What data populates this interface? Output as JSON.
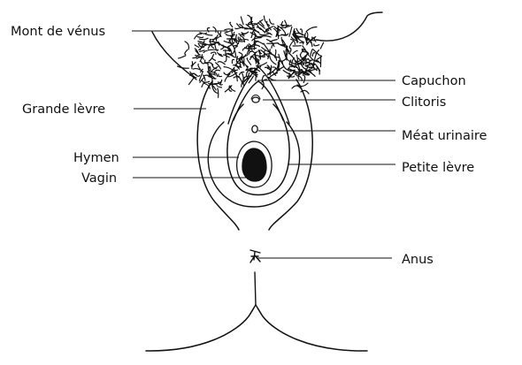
{
  "labels": {
    "mont_de_venus": "Mont de vénus",
    "grande_levre": "Grande lèvre",
    "hymen": "Hymen",
    "vagin": "Vagin",
    "capuchon": "Capuchon",
    "clitoris": "Clitoris",
    "meat_urinaire": "Méat urinaire",
    "petite_levre": "Petite lèvre",
    "anus": "Anus"
  },
  "colors": {
    "ink": "#111111",
    "background": "#ffffff"
  }
}
